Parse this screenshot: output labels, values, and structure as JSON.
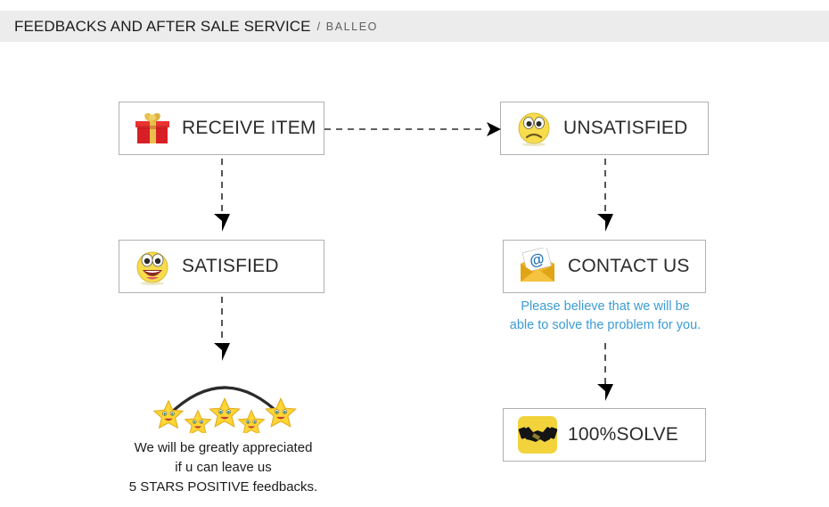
{
  "header": {
    "title": "FEEDBACKS AND AFTER SALE SERVICE",
    "subtitle": "/ BALLEO",
    "background": "#ececec"
  },
  "colors": {
    "promise_blue": "#3b9cd4",
    "box_border": "#b0b0b0",
    "arrow": "#000000",
    "arc": "#2b2b2b",
    "star_yellow": "#ffd633",
    "gift_red": "#d81f26",
    "gift_ribbon": "#e8c14b",
    "emoji_yellow": "#f7dc4d",
    "envelope_orange": "#f0b323",
    "at_blue": "#1f6fb5",
    "solve_yellow": "#f2d33c"
  },
  "nodes": [
    {
      "id": "receive-item",
      "label": "RECEIVE ITEM",
      "icon": "gift-box-icon"
    },
    {
      "id": "unsatisfied",
      "label": "UNSATISFIED",
      "icon": "sad-face-icon"
    },
    {
      "id": "satisfied",
      "label": "SATISFIED",
      "icon": "happy-face-icon"
    },
    {
      "id": "contact-us",
      "label": "CONTACT US",
      "icon": "envelope-at-icon"
    },
    {
      "id": "solve",
      "label": "100%SOLVE",
      "icon": "handshake-icon"
    }
  ],
  "connectors": [
    {
      "id": "receive-to-unsatisfied",
      "direction": "right",
      "style": "dashed"
    },
    {
      "id": "receive-to-satisfied",
      "direction": "down",
      "style": "dashed"
    },
    {
      "id": "satisfied-to-stars",
      "direction": "down",
      "style": "dashed"
    },
    {
      "id": "unsatisfied-to-contact",
      "direction": "down",
      "style": "dashed"
    },
    {
      "id": "contact-to-solve",
      "direction": "down",
      "style": "dashed"
    }
  ],
  "promise": {
    "line1": "Please believe that we will be",
    "line2": "able to solve the problem for you."
  },
  "rating": {
    "star_count": 5,
    "star_icon": "smiling-star-icon"
  },
  "feedback": {
    "line1": "We will be greatly appreciated",
    "line2": "if u can leave us",
    "line3": "5 STARS POSITIVE feedbacks."
  }
}
